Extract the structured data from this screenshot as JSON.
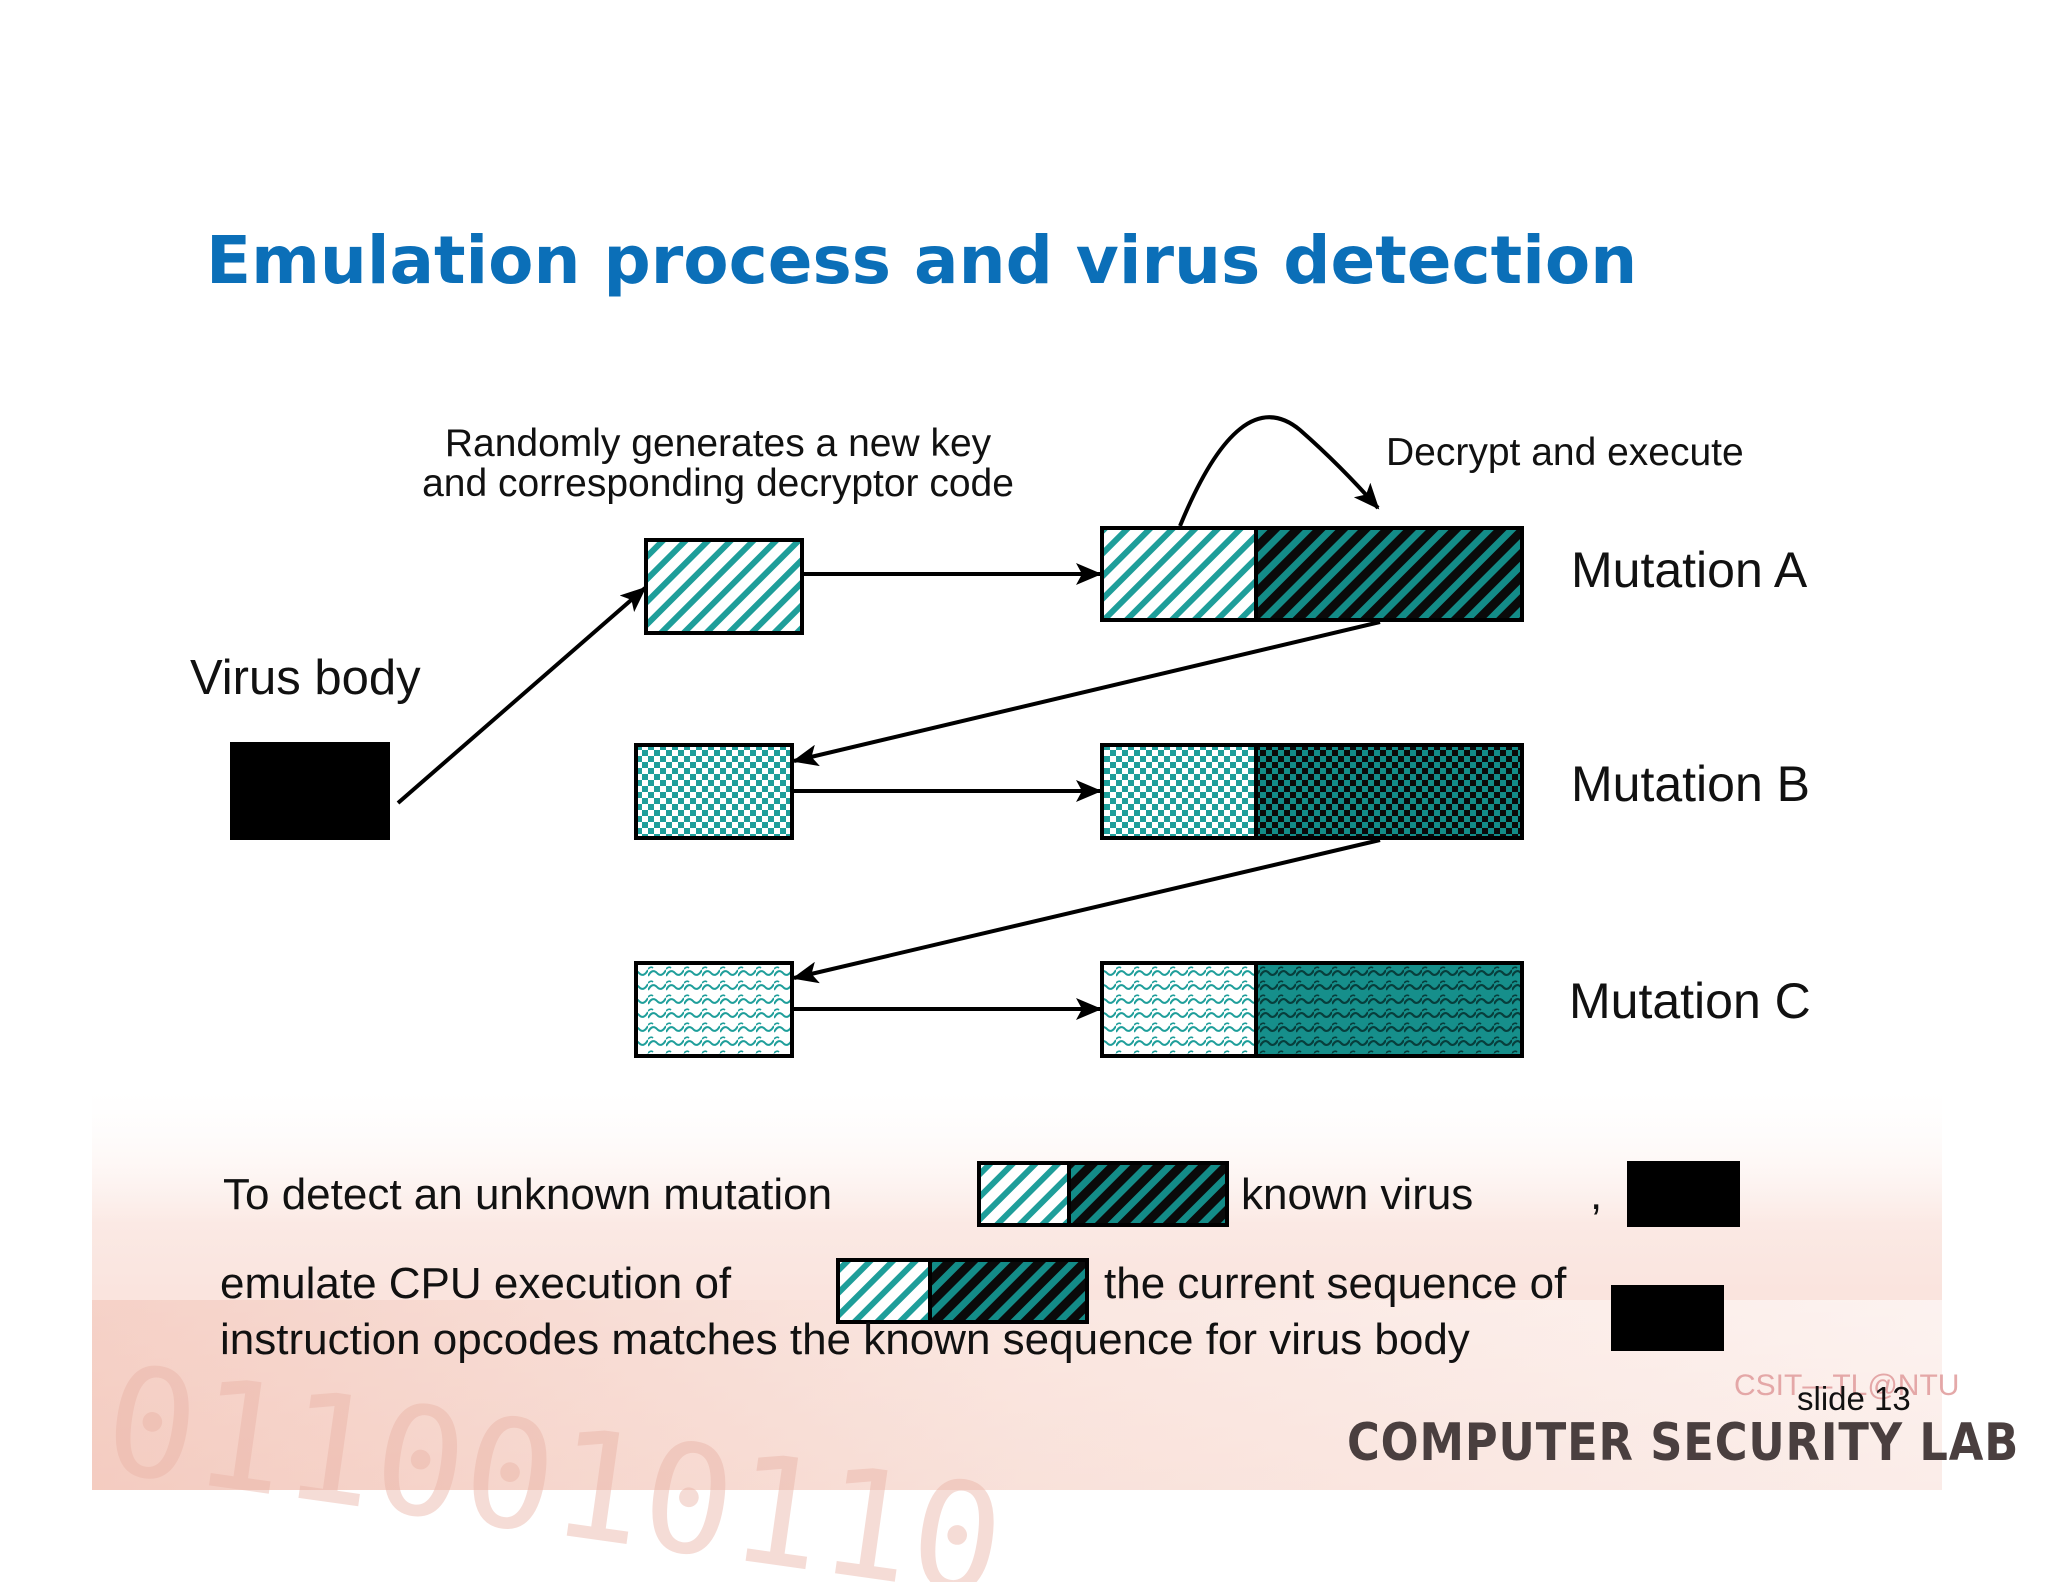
{
  "title": "Emulation process and virus detection",
  "labels": {
    "randomly_line1": "Randomly generates a new key",
    "randomly_line2": "and corresponding decryptor code",
    "decrypt_execute": "Decrypt and execute",
    "virus_body": "Virus body",
    "mutation_a": "Mutation A",
    "mutation_b": "Mutation B",
    "mutation_c": "Mutation C"
  },
  "footer_text": {
    "line1_part1": "To detect an unknown mutation",
    "line1_part2": "known virus",
    "line1_comma": ",",
    "line2_part1": "emulate CPU execution of",
    "line2_part2": "the current sequence of",
    "line3": "instruction opcodes matches the known sequence for virus body"
  },
  "footer": {
    "csit": "CSIT—TL@NTU",
    "slide": "slide 13",
    "lab": "COMPUTER SECURITY LAB"
  },
  "watermark_digits": "0110010110",
  "colors": {
    "title": "#0b6fb8",
    "teal": "#1e9e9a",
    "teal_dark": "#0f7f7b",
    "black": "#000000"
  }
}
